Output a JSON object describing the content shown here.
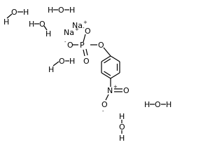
{
  "molecule": {
    "water": [
      {
        "h1": "H",
        "o": "O",
        "h2": "H"
      },
      {
        "h1": "H",
        "o": "O",
        "h2": "H"
      },
      {
        "h1": "H",
        "o": "O",
        "h2": "H"
      },
      {
        "h1": "H",
        "o": "O",
        "h2": "H"
      },
      {
        "h1": "H",
        "o": "O",
        "h2": "H"
      },
      {
        "h1": "H",
        "o": "O",
        "h2": "H"
      }
    ],
    "sodium": [
      {
        "symbol": "Na",
        "charge": "+"
      },
      {
        "symbol": "Na",
        "charge": "+"
      }
    ],
    "phosphate": {
      "o_minus_top": {
        "symbol": "O",
        "charge": "-"
      },
      "o_minus_left": {
        "symbol": "O",
        "charge": "-"
      },
      "phosphorus": "P",
      "o_double": "O",
      "o_ester": "O"
    },
    "nitro": {
      "nitrogen": {
        "symbol": "N",
        "charge": "+"
      },
      "o_double": "O",
      "o_minus": {
        "symbol": "O",
        "charge": "-"
      }
    }
  }
}
